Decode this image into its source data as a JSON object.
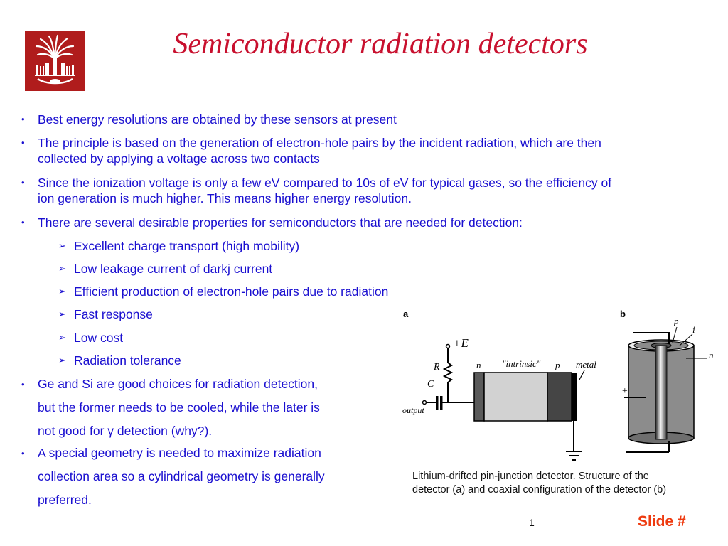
{
  "slide": {
    "title": "Semiconductor radiation detectors",
    "logo": "university-palmetto-seal",
    "colors": {
      "title": "#c8102e",
      "body_text": "#1a0fd0",
      "logo_bg": "#b01c1c",
      "slide_label": "#ee3a0f"
    },
    "bullets": [
      {
        "marker": "•",
        "lines": [
          "Best energy resolutions are obtained by these sensors at present"
        ]
      },
      {
        "marker": "•",
        "lines": [
          "The principle is based on the generation of electron-hole pairs by the incident radiation, which are then",
          "collected by applying a voltage across two contacts"
        ]
      },
      {
        "marker": "•",
        "lines": [
          "Since the ionization voltage is only a few eV compared to 10s of eV for typical gases, so the efficiency of",
          "ion generation is much higher. This means higher energy resolution."
        ]
      },
      {
        "marker": "•",
        "lines": [
          "There are several desirable properties for semiconductors that are needed for detection:"
        ]
      }
    ],
    "sub_bullets": [
      {
        "marker": "➢",
        "text": "Excellent charge transport (high mobility)"
      },
      {
        "marker": "➢",
        "text": "Low leakage current of darkj current"
      },
      {
        "marker": "➢",
        "text": "Efficient production of electron-hole pairs due to radiation"
      },
      {
        "marker": "➢",
        "text": "Fast response"
      },
      {
        "marker": "➢",
        "text": "Low cost"
      },
      {
        "marker": "➢",
        "text": "Radiation tolerance"
      }
    ],
    "bullets_lower": [
      {
        "marker": "•",
        "lines": [
          "Ge and Si are good choices for radiation detection,",
          "but the former needs to be cooled, while the later is",
          "not good for  γ detection (why?)."
        ]
      },
      {
        "marker": "•",
        "lines": [
          "A special geometry is needed to maximize radiation",
          "collection area so a cylindrical geometry is generally",
          "preferred."
        ]
      }
    ],
    "figure_a": {
      "label": "a",
      "supply": "+E",
      "resistor": "R",
      "capacitor": "C",
      "output": "output",
      "region_n": "n",
      "region_intrinsic": "\"intrinsic\"",
      "region_p": "p",
      "contact": "metal"
    },
    "figure_b": {
      "label": "b",
      "minus": "−",
      "plus": "+",
      "p": "p",
      "i": "i",
      "n": "n"
    },
    "caption": [
      "Lithium-drifted pin-junction detector. Structure of the",
      "detector (a) and coaxial configuration of the detector (b)"
    ],
    "page_number": "1",
    "slide_label": "Slide #"
  }
}
